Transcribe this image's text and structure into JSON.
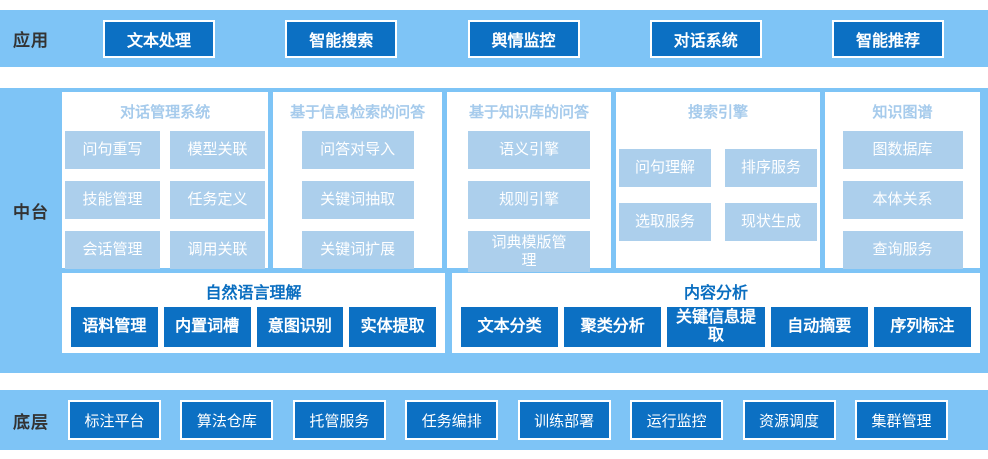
{
  "colors": {
    "band_bg": "#7ec4f6",
    "button_blue": "#0c70c3",
    "box_blue": "#accfec",
    "panel_title_light": "#a6cbec",
    "panel_title_dark": "#0a6ec0",
    "label_text": "#333333"
  },
  "app": {
    "label": "应用",
    "buttons": [
      "文本处理",
      "智能搜索",
      "舆情监控",
      "对话系统",
      "智能推荐"
    ]
  },
  "middle": {
    "label": "中台",
    "panels": [
      {
        "title": "对话管理系统",
        "layout": "grid2",
        "items": [
          "问句重写",
          "模型关联",
          "技能管理",
          "任务定义",
          "会话管理",
          "调用关联"
        ]
      },
      {
        "title": "基于信息检索的问答",
        "layout": "col",
        "items": [
          "问答对导入",
          "关键词抽取",
          "关键词扩展"
        ]
      },
      {
        "title": "基于知识库的问答",
        "layout": "col",
        "items": [
          "语义引擎",
          "规则引擎",
          "词典模版管理"
        ]
      },
      {
        "title": "搜索引擎",
        "layout": "grid2",
        "items": [
          "问句理解",
          "排序服务",
          "选取服务",
          "现状生成"
        ]
      },
      {
        "title": "知识图谱",
        "layout": "col",
        "items": [
          "图数据库",
          "本体关系",
          "查询服务"
        ]
      }
    ],
    "bottom_panels": [
      {
        "title": "自然语言理解",
        "buttons": [
          "语料管理",
          "内置词槽",
          "意图识别",
          "实体提取"
        ]
      },
      {
        "title": "内容分析",
        "buttons": [
          "文本分类",
          "聚类分析",
          "关键信息提取",
          "自动摘要",
          "序列标注"
        ]
      }
    ]
  },
  "base": {
    "label": "底层",
    "buttons": [
      "标注平台",
      "算法仓库",
      "托管服务",
      "任务编排",
      "训练部署",
      "运行监控",
      "资源调度",
      "集群管理"
    ]
  }
}
